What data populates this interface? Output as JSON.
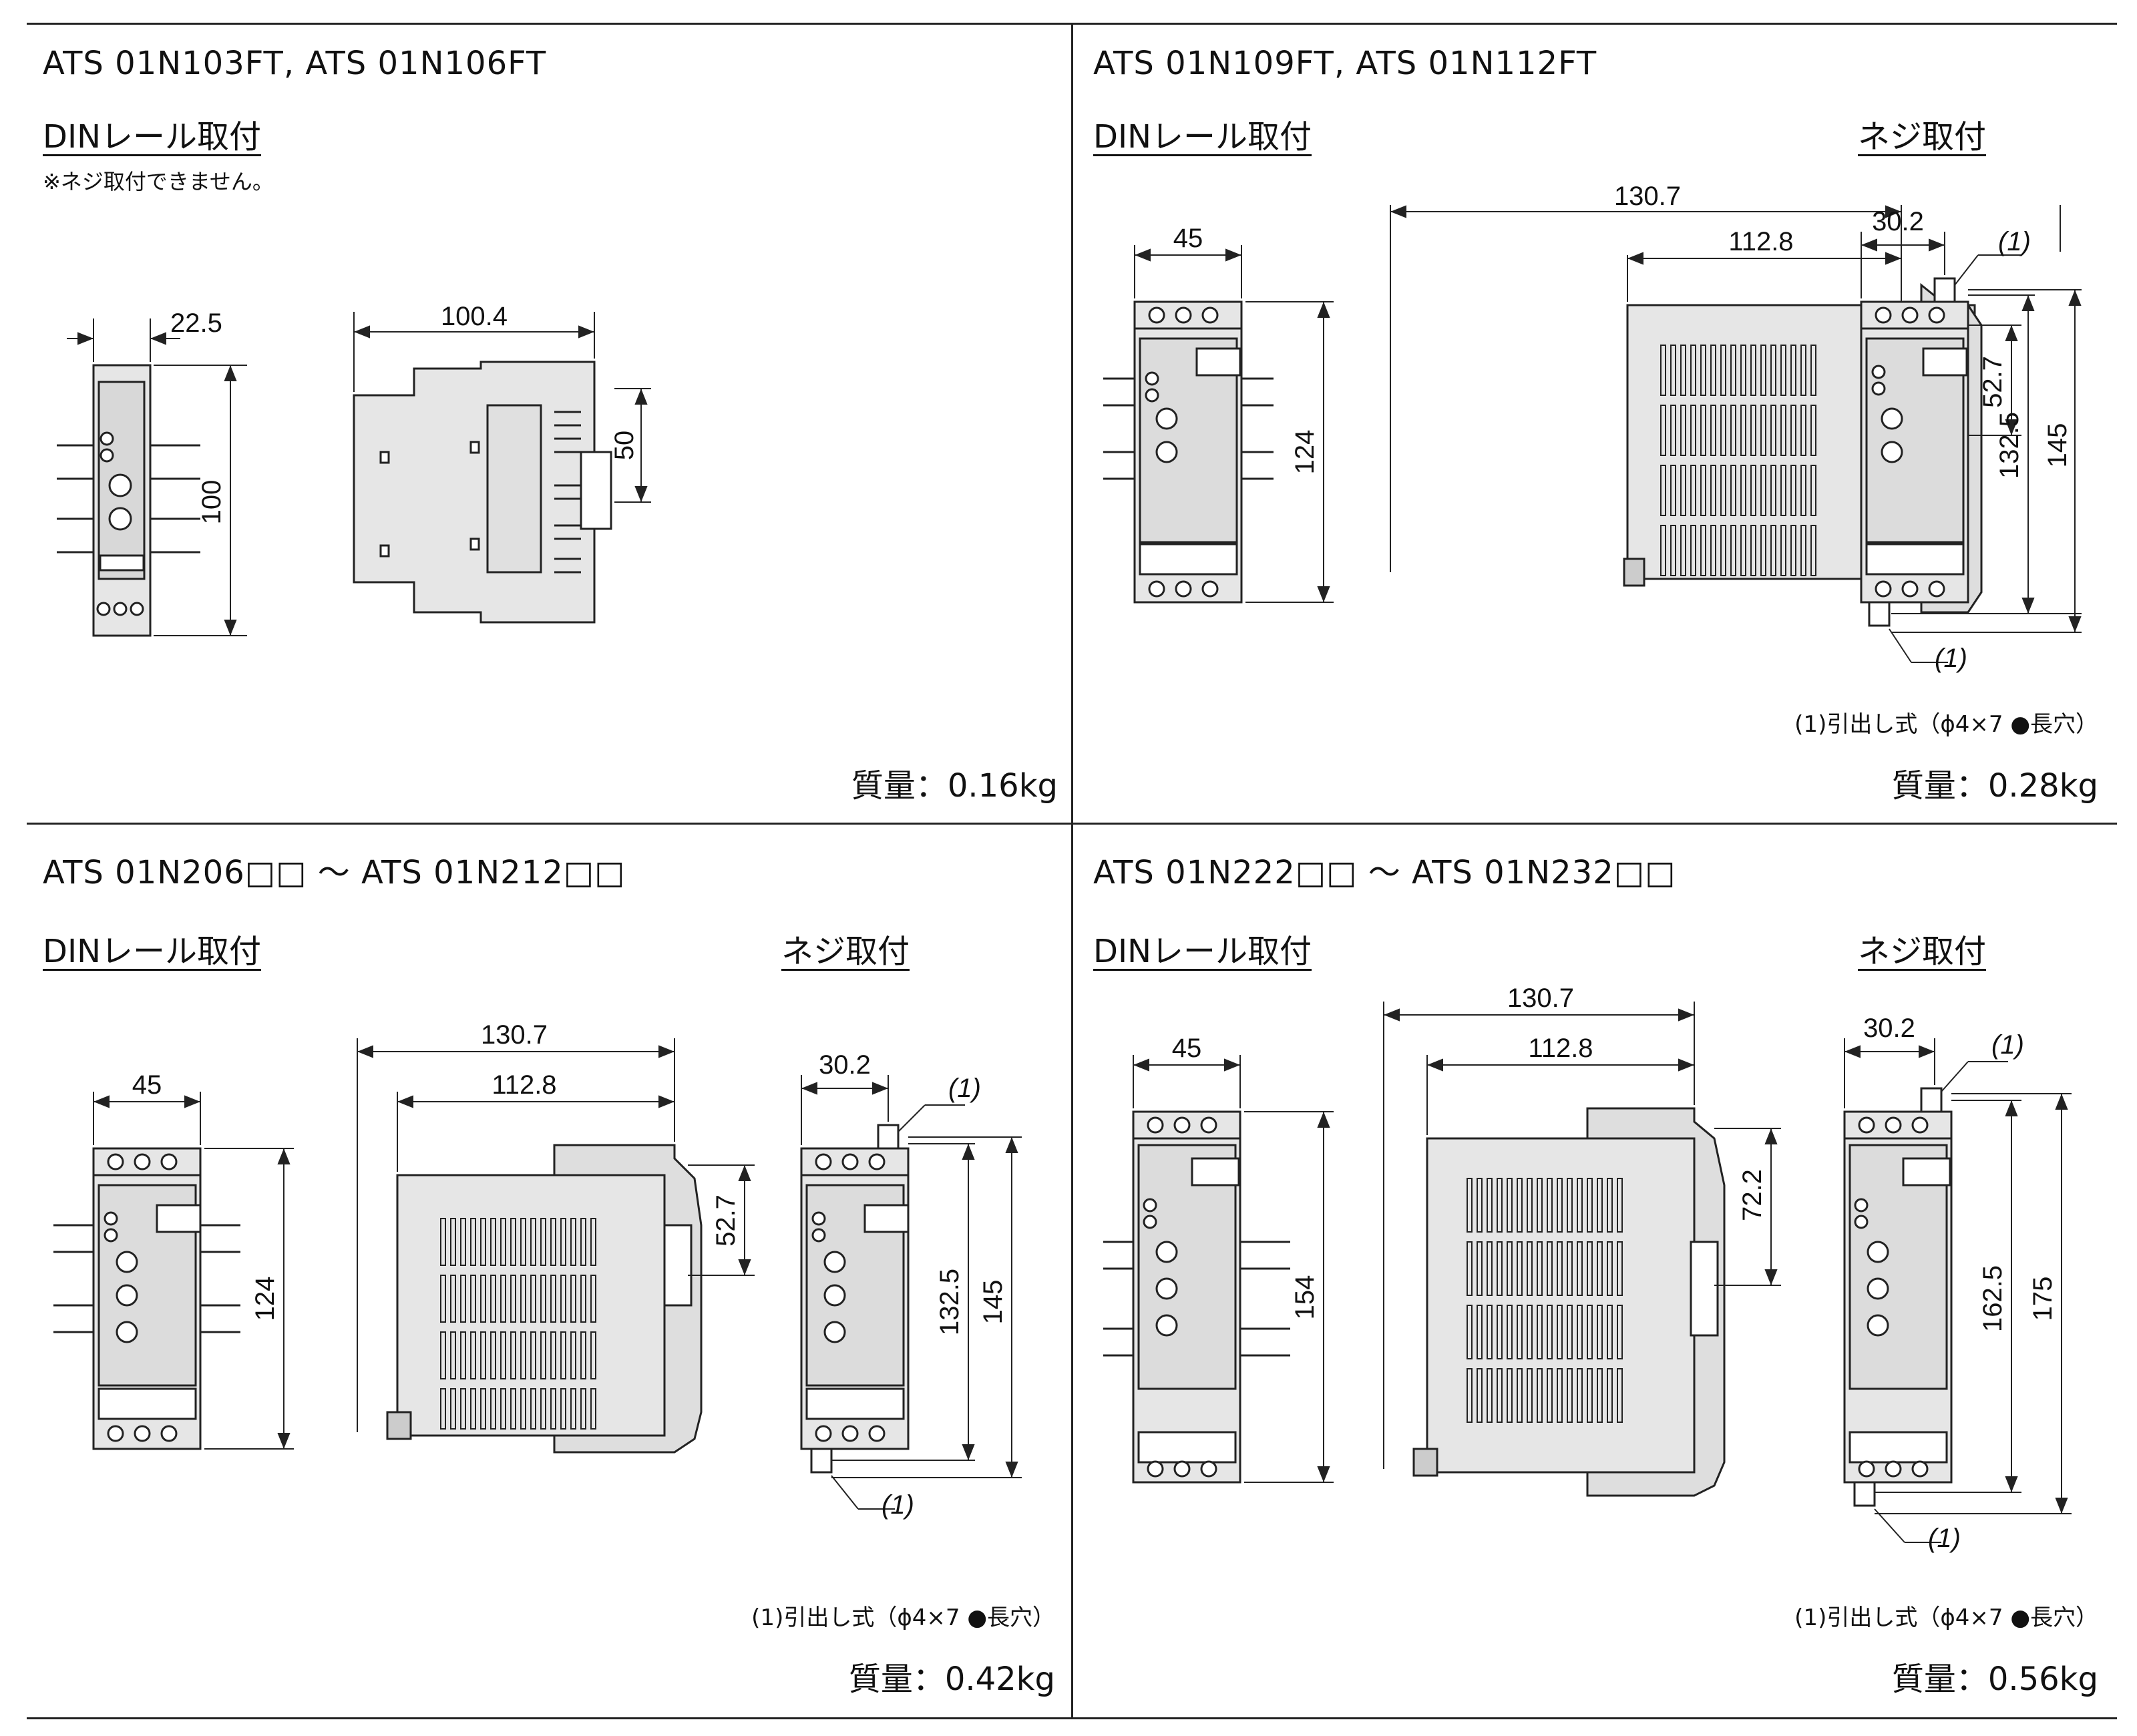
{
  "panels": {
    "p1": {
      "title": "ATS 01N103FT, ATS 01N106FT",
      "din_label": "DINレール取付",
      "note": "※ネジ取付できません。",
      "mass": "質量：0.16kg",
      "dims": {
        "width": "22.5",
        "height": "100",
        "depth": "100.4",
        "rail": "50"
      }
    },
    "p2": {
      "title": "ATS 01N109FT, ATS 01N112FT",
      "din_label": "DINレール取付",
      "screw_label": "ネジ取付",
      "footnote": "(1)引出し式（ϕ4×7 ●長穴）",
      "mass": "質量：0.28kg",
      "dims": {
        "width": "45",
        "height": "124",
        "depth_total": "130.7",
        "depth": "112.8",
        "rail": "52.7",
        "screw_offset": "30.2",
        "screw_pitch": "132.5",
        "screw_total": "145",
        "ref": "(1)"
      }
    },
    "p3": {
      "title": "ATS 01N206□□ ～ ATS 01N212□□",
      "din_label": "DINレール取付",
      "screw_label": "ネジ取付",
      "footnote": "(1)引出し式（ϕ4×7 ●長穴）",
      "mass": "質量：0.42kg",
      "dims": {
        "width": "45",
        "height": "124",
        "depth_total": "130.7",
        "depth": "112.8",
        "rail": "52.7",
        "screw_offset": "30.2",
        "screw_pitch": "132.5",
        "screw_total": "145",
        "ref": "(1)"
      }
    },
    "p4": {
      "title": "ATS 01N222□□ ～ ATS 01N232□□",
      "din_label": "DINレール取付",
      "screw_label": "ネジ取付",
      "footnote": "(1)引出し式（ϕ4×7 ●長穴）",
      "mass": "質量：0.56kg",
      "dims": {
        "width": "45",
        "height": "154",
        "depth_total": "130.7",
        "depth": "112.8",
        "rail": "72.2",
        "screw_offset": "30.2",
        "screw_pitch": "162.5",
        "screw_total": "175",
        "ref": "(1)"
      }
    }
  },
  "colors": {
    "body_fill": "#e6e6e6",
    "line": "#222222",
    "background": "#ffffff"
  }
}
